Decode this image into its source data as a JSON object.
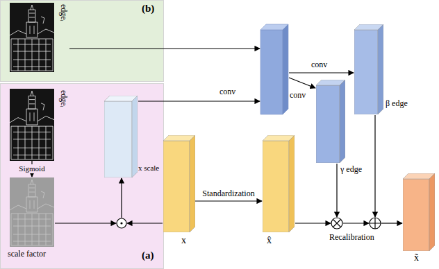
{
  "diagram": {
    "nodes": [
      {
        "text": [
          "(b)"
        ]
      },
      {
        "text": [
          "edgeᵢ"
        ],
        "in": 0
      },
      {
        "text": [
          "(a)"
        ]
      },
      {
        "text": [
          "edgeᵢ"
        ],
        "in": 2
      },
      {
        "text": [
          "scale factor"
        ],
        "in": 2
      },
      {
        "text": [
          "x scale"
        ],
        "in": 2
      },
      {
        "text": [
          "x"
        ]
      },
      {
        "text": [
          "x̂"
        ]
      },
      {
        "text": [
          "γ edge"
        ]
      },
      {
        "text": [
          "β edge"
        ]
      },
      {
        "text": [
          "x̃"
        ]
      }
    ],
    "edges": [
      {
        "from": 3,
        "to": 4,
        "label": "Sigmoid",
        "arrow": "to"
      },
      {
        "from": 6,
        "to": 7,
        "label": "Standardization",
        "arrow": "to"
      }
    ],
    "labels": [
      "conv",
      "conv",
      "conv",
      "Recalibration"
    ]
  }
}
